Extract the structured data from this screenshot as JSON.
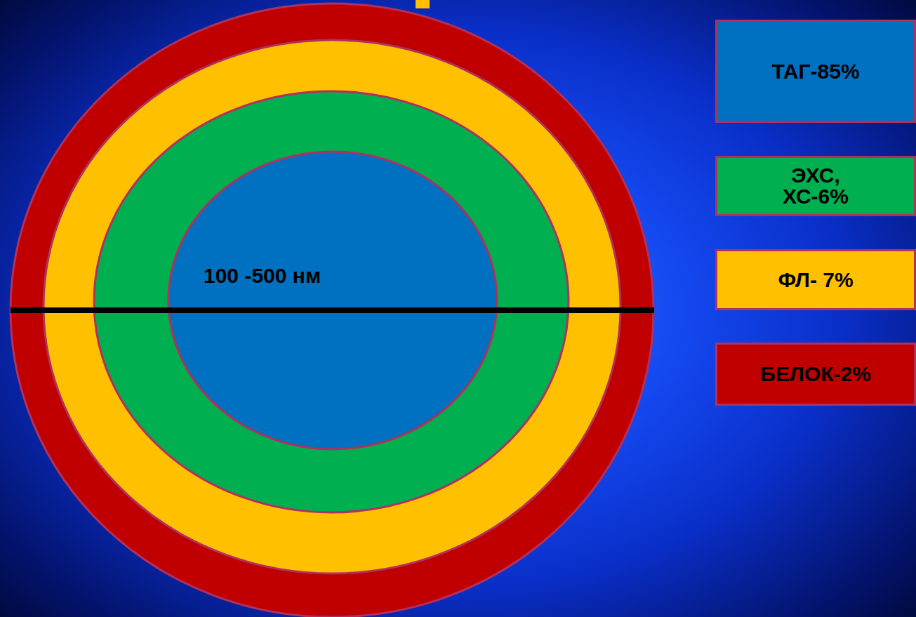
{
  "diagram": {
    "labels": [
      "100 -500 нм"
    ],
    "legend": [
      {
        "text": "ТАГ-85%",
        "color": "#0070c0"
      },
      {
        "text": "ЭХС, ХС-6%",
        "color": "#00b050"
      },
      {
        "text": "ФЛ- 7%",
        "color": "#ffc000"
      },
      {
        "text": "БЕЛОК-2%",
        "color": "#c00000"
      }
    ]
  }
}
